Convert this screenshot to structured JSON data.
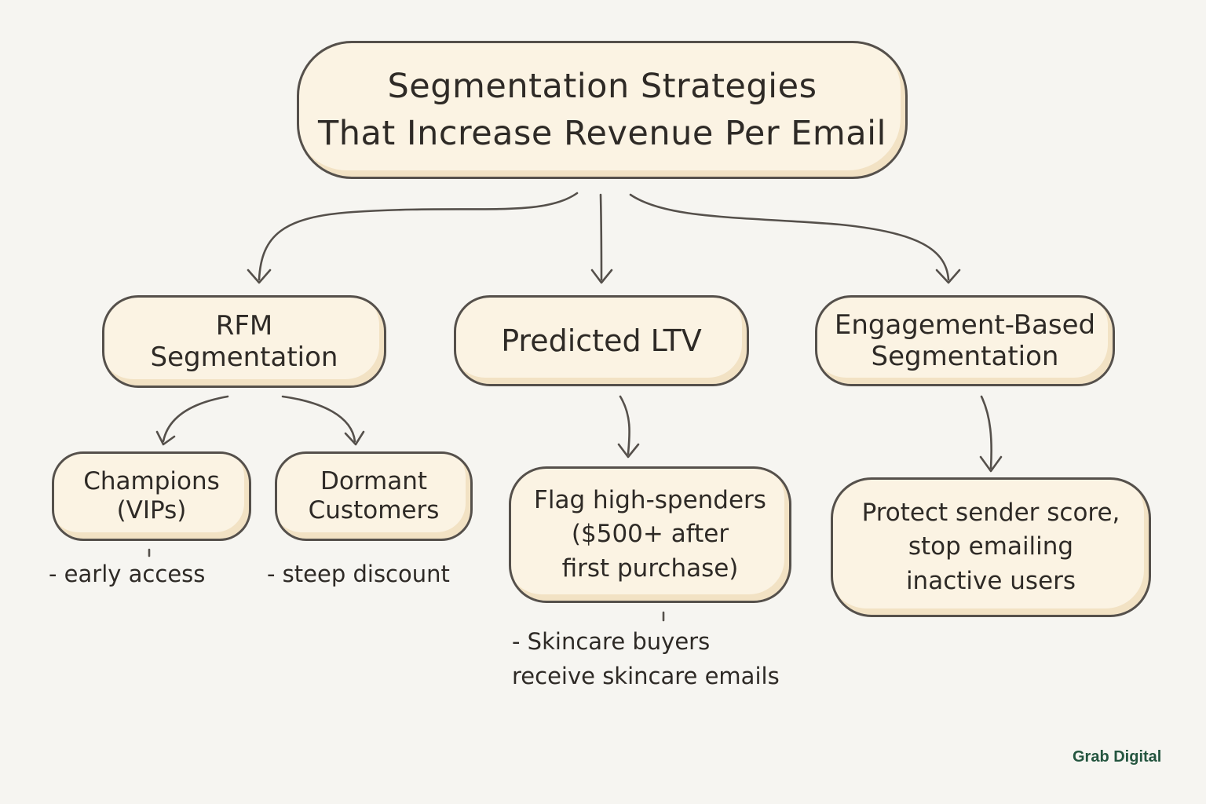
{
  "title": "Segmentation Strategies\nThat Increase Revenue Per Email",
  "branches": {
    "rfm": {
      "label": "RFM\nSegmentation",
      "children": {
        "champions": {
          "label": "Champions\n(VIPs)",
          "note": "- early access"
        },
        "dormant": {
          "label": "Dormant\nCustomers",
          "note": "- steep discount"
        }
      }
    },
    "ltv": {
      "label": "Predicted LTV",
      "child": {
        "label": "Flag high-spenders\n($500+ after\nfirst purchase)",
        "note": "- Skincare buyers\n   receive skincare emails"
      }
    },
    "engagement": {
      "label": "Engagement-Based\nSegmentation",
      "child": {
        "label": "Protect sender score,\nstop emailing\ninactive users"
      }
    }
  },
  "brand": "Grab Digital",
  "colors": {
    "background": "#f6f5f1",
    "node_fill": "#fbf3e3",
    "node_border": "#55504b",
    "brand": "#24553f"
  }
}
